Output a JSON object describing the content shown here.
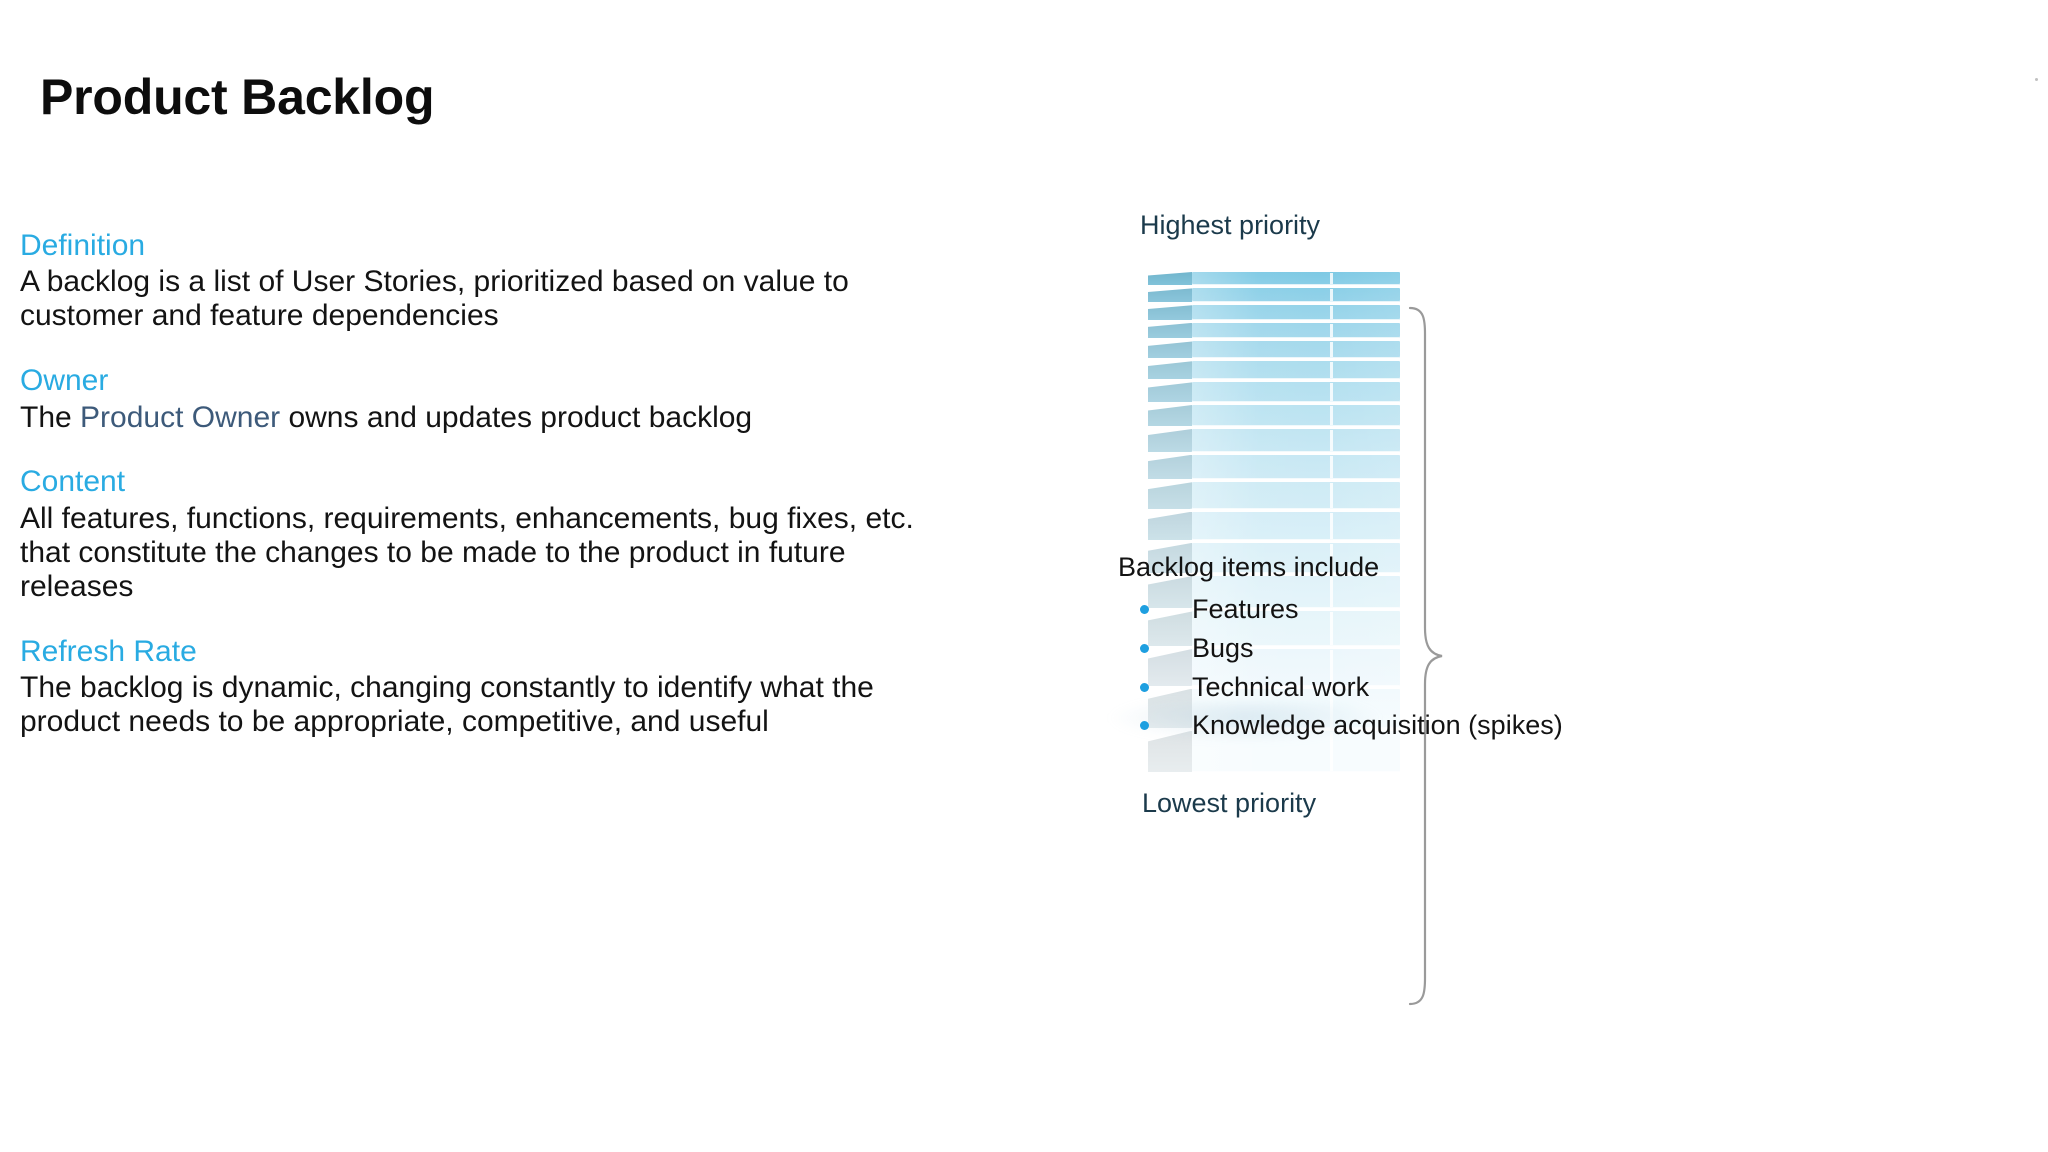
{
  "slide": {
    "title": "Product Backlog",
    "background_color": "#ffffff",
    "accent_color": "#29abe2",
    "body_color": "#131313",
    "label_color": "#1b3a4b"
  },
  "sections": [
    {
      "heading": "Definition",
      "body": "A backlog is a list of User Stories, prioritized based on value to customer and feature dependencies"
    },
    {
      "heading": "Owner",
      "body_prefix": "The ",
      "body_accent": "Product Owner",
      "body_suffix": " owns and updates product backlog"
    },
    {
      "heading": "Content",
      "body": "All features, functions, requirements, enhancements, bug fixes, etc. that constitute the changes to be made to the product in future releases"
    },
    {
      "heading": "Refresh Rate",
      "body": "The backlog is dynamic, changing constantly to identify what the product needs to be appropriate, competitive, and useful"
    }
  ],
  "graphic": {
    "top_label": "Highest priority",
    "bottom_label": "Lowest priority",
    "stack_slab_count": 18,
    "stack_top_color": "#7dc9e4",
    "stack_bottom_color": "#f4fafd",
    "brace_color": "#9a9a9a"
  },
  "callout": {
    "title": "Backlog items include",
    "bullet_color": "#1e9fe0",
    "items": [
      {
        "label": "Features"
      },
      {
        "label": "Bugs"
      },
      {
        "label": "Technical work"
      },
      {
        "label": "Knowledge acquisition (spikes)"
      }
    ]
  }
}
